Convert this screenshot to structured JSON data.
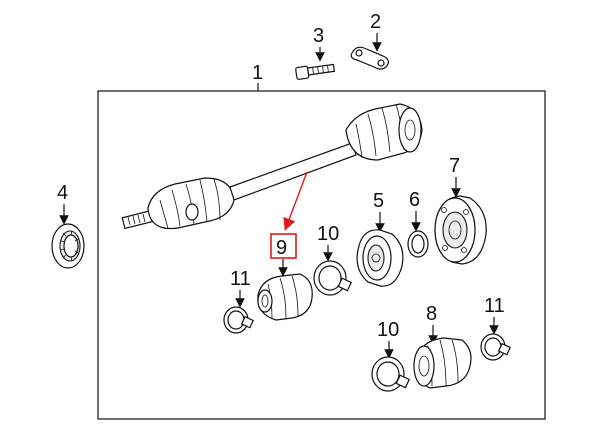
{
  "callouts": {
    "c1": "1",
    "c2": "2",
    "c3": "3",
    "c4": "4",
    "c5": "5",
    "c6": "6",
    "c7": "7",
    "c8": "8",
    "c9": "9",
    "c10a": "10",
    "c10b": "10",
    "c11a": "11",
    "c11b": "11"
  },
  "highlight": {
    "part": "9",
    "box_color": "#e01b1b",
    "arrow_color": "#e01b1b"
  },
  "icons": {
    "bolt": "bolt-icon",
    "bracket": "bracket-icon",
    "ring": "lock-ring-icon",
    "axle": "axle-shaft-icon",
    "boot": "cv-boot-icon",
    "clamp": "boot-clamp-icon",
    "joint": "cv-joint-icon",
    "snap_ring": "snap-ring-icon",
    "flange": "flange-icon"
  }
}
